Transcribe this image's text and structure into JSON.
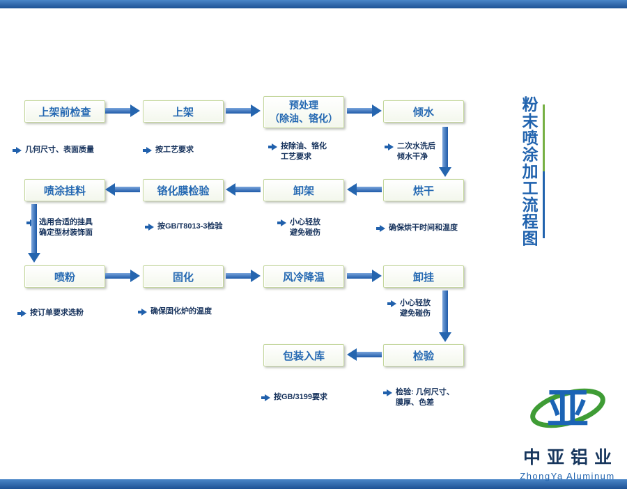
{
  "page": {
    "title": "粉末喷涂加工流程图"
  },
  "colors": {
    "accent_blue": "#2565af",
    "box_border_green": "#c3d69b",
    "bar_blue": "#1d5194",
    "title_line_green": "#76b043",
    "logo_green": "#3f9c35",
    "logo_blue": "#1b63b5"
  },
  "flow": {
    "boxes": [
      {
        "label": "上架前检查"
      },
      {
        "label": "上架"
      },
      {
        "label": "预处理",
        "label2": "（除油、铬化）"
      },
      {
        "label": "倾水"
      },
      {
        "label": "喷涂挂料"
      },
      {
        "label": "铬化膜检验"
      },
      {
        "label": "卸架"
      },
      {
        "label": "烘干"
      },
      {
        "label": "喷粉"
      },
      {
        "label": "固化"
      },
      {
        "label": "风冷降温"
      },
      {
        "label": "卸挂"
      },
      {
        "label": "包装入库"
      },
      {
        "label": "检验"
      }
    ],
    "notes": [
      {
        "lines": [
          "几何尺寸、表面质量"
        ]
      },
      {
        "lines": [
          "按工艺要求"
        ]
      },
      {
        "lines": [
          "按除油、铬化",
          "工艺要求"
        ]
      },
      {
        "lines": [
          "二次水洗后",
          "倾水干净"
        ]
      },
      {
        "lines": [
          "选用合适的挂具",
          "确定型材装饰面"
        ]
      },
      {
        "lines": [
          "按GB/T8013-3检验"
        ]
      },
      {
        "lines": [
          "小心轻放",
          "避免碰伤"
        ]
      },
      {
        "lines": [
          "确保烘干时间和温度"
        ]
      },
      {
        "lines": [
          "按订单要求选粉"
        ]
      },
      {
        "lines": [
          "确保固化炉的温度"
        ]
      },
      {
        "lines": [
          "小心轻放",
          "避免碰伤"
        ]
      },
      {
        "lines": [
          "按GB/3199要求"
        ]
      },
      {
        "lines": [
          "检验: 几何尺寸、",
          "膜厚、色差"
        ]
      }
    ]
  },
  "logo": {
    "name_cn": "中亚铝业",
    "name_en": "ZhongYa Aluminum"
  }
}
